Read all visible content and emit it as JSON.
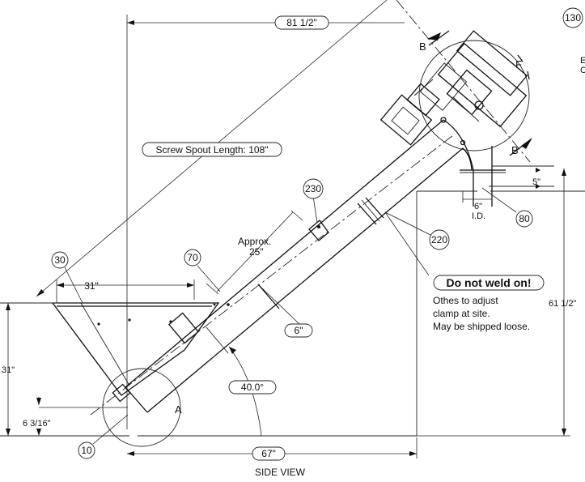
{
  "dimensions": {
    "top_width": "81 1/2\"",
    "screw_spout_length": "Screw Spout Length: 108\"",
    "hopper_width": "31\"",
    "hopper_height": "31\"",
    "low_offset": "6 3/16\"",
    "angle": "40.0°",
    "base_length": "67\"",
    "overall_height": "61 1/2\"",
    "pipe_diameter": "6\"",
    "spout_offset": "5\"",
    "spout_id_size": "6\"",
    "spout_id_label": "I.D.",
    "approx_label": "Approx.",
    "approx_value": "25\""
  },
  "balloons": {
    "b10": "10",
    "b30": "30",
    "b70": "70",
    "b80": "80",
    "b130": "130",
    "b220": "220",
    "b230": "230"
  },
  "section_marks": {
    "b_top": "B",
    "b_bottom": "B",
    "f": "F",
    "a": "A"
  },
  "note": {
    "warning": "Do not weld on!",
    "line1": "Othes to adjust",
    "line2": "clamp at site.",
    "line3": "May be shipped loose."
  },
  "edge_fragments": {
    "line1": "E",
    "line2": "C"
  },
  "view_title": "SIDE VIEW"
}
